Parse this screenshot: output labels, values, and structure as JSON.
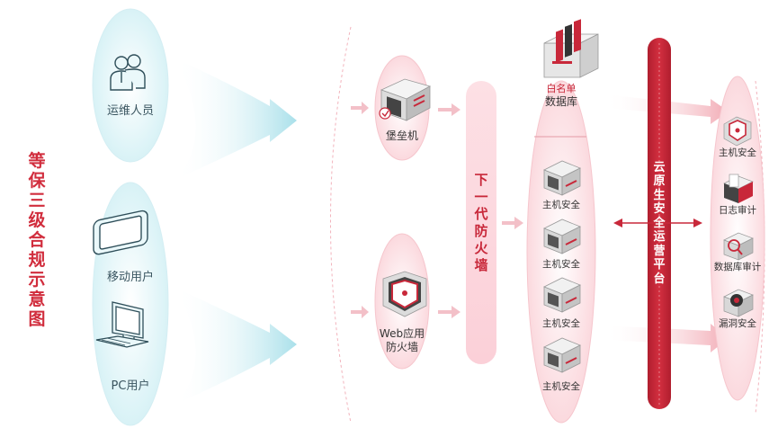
{
  "title_chars": [
    "等",
    "保",
    "三",
    "级",
    "合",
    "规",
    "示",
    "意",
    "图"
  ],
  "users": {
    "ops": "运维人员",
    "mobile": "移动用户",
    "pc": "PC用户"
  },
  "gateways": {
    "bastion": "堡垒机",
    "waf_line1": "Web应用",
    "waf_line2": "防火墙"
  },
  "ngfw_chars": [
    "下",
    "一",
    "代",
    "防",
    "火",
    "墙"
  ],
  "whitelist": {
    "line1": "白名单",
    "line2": "数据库"
  },
  "host_security": [
    "主机安全",
    "主机安全",
    "主机安全",
    "主机安全"
  ],
  "cloud_platform_chars": [
    "云",
    "原",
    "生",
    "安",
    "全",
    "运",
    "营",
    "平",
    "台"
  ],
  "services": [
    "主机安全",
    "日志审计",
    "数据库审计",
    "漏洞安全"
  ],
  "colors": {
    "accent_red": "#c8283a",
    "title_red": "#d12d3d",
    "user_teal": "#e8f7f9",
    "arrow_teal": "#bfe8ef",
    "pink_fill": "#fde9ec"
  }
}
